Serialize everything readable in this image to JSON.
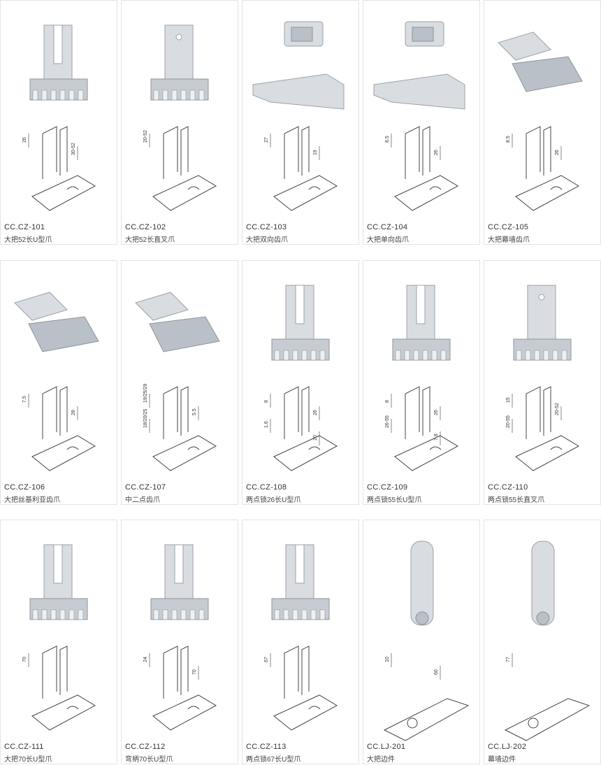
{
  "products": [
    {
      "code": "CC.CZ-101",
      "name": "大把52长U型爪",
      "dims": [
        "26",
        "30-52"
      ]
    },
    {
      "code": "CC.CZ-102",
      "name": "大把52长直叉爪",
      "dims": [
        "20-52"
      ]
    },
    {
      "code": "CC.CZ-103",
      "name": "大把双向齿爪",
      "dims": [
        "27",
        "19"
      ]
    },
    {
      "code": "CC.CZ-104",
      "name": "大把单向齿爪",
      "dims": [
        "8.5",
        "26"
      ]
    },
    {
      "code": "CC.CZ-105",
      "name": "大把幕墙齿爪",
      "dims": [
        "8.5",
        "26"
      ]
    },
    {
      "code": "CC.CZ-106",
      "name": "大把丝基利亚齿爪",
      "dims": [
        "7.5",
        "28"
      ]
    },
    {
      "code": "CC.CZ-107",
      "name": "中二点齿爪",
      "dims": [
        "19/25/29",
        "5.5",
        "18/20/25"
      ]
    },
    {
      "code": "CC.CZ-108",
      "name": "两点锁26长U型爪",
      "dims": [
        "8",
        "26",
        "1.6",
        "20"
      ]
    },
    {
      "code": "CC.CZ-109",
      "name": "两点锁55长U型爪",
      "dims": [
        "8",
        "26",
        "26-55",
        "7.8"
      ]
    },
    {
      "code": "CC.CZ-110",
      "name": "两点锁55长直叉爪",
      "dims": [
        "15",
        "20-52",
        "20-55"
      ]
    },
    {
      "code": "CC.CZ-111",
      "name": "大把70长U型爪",
      "dims": [
        "70"
      ]
    },
    {
      "code": "CC.CZ-112",
      "name": "弯柄70长U型爪",
      "dims": [
        "24",
        "70"
      ]
    },
    {
      "code": "CC.CZ-113",
      "name": "两点锁67长U型爪",
      "dims": [
        "67"
      ]
    },
    {
      "code": "CC.LJ-201",
      "name": "大把边件",
      "dims": [
        "10",
        "60"
      ]
    },
    {
      "code": "CC.LJ-202",
      "name": "幕墙边件",
      "dims": [
        "77"
      ]
    }
  ]
}
